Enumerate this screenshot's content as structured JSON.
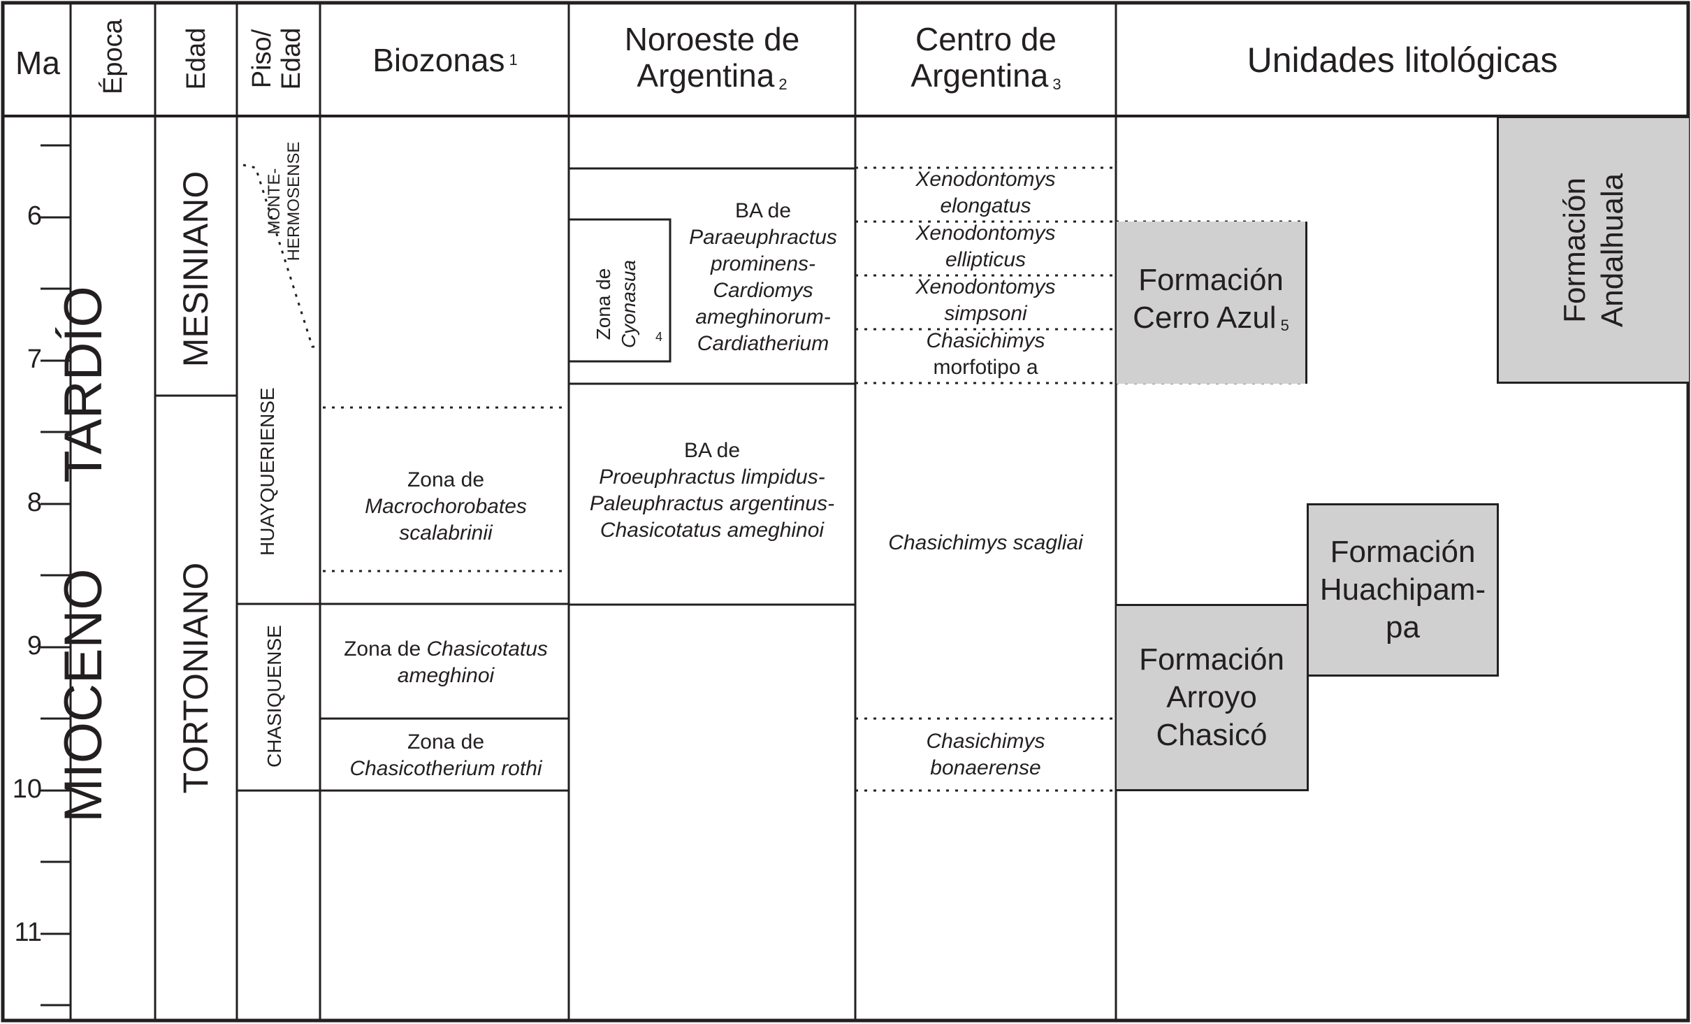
{
  "headers": {
    "ma": "Ma",
    "epoca": "Época",
    "edad": "Edad",
    "piso_line1": "Piso/",
    "piso_line2": "Edad",
    "biozonas": "Biozonas",
    "biozonas_note": "1",
    "noroeste_line1": "Noroeste de",
    "noroeste_line2": "Argentina",
    "noroeste_note": "2",
    "centro_line1": "Centro de",
    "centro_line2": "Argentina",
    "centro_note": "3",
    "unidades": "Unidades litológicas"
  },
  "axis": {
    "ticks": [
      "6",
      "7",
      "8",
      "9",
      "10",
      "11"
    ]
  },
  "epoch": {
    "name": "MIOCENO",
    "sub": "TARDÍO"
  },
  "ages": {
    "mesiniano": "MESINIANO",
    "tortoniano": "TORTONIANO"
  },
  "stages": {
    "montehermosense_line1": "MONTE-",
    "montehermosense_line2": "HERMOSENSE",
    "huayqueriense": "HUAYQUERIENSE",
    "chasiquense": "CHASIQUENSE"
  },
  "biozonas": {
    "macro_line1": "Zona de",
    "macro_line2": "Macrochorobates",
    "macro_line3": "scalabrinii",
    "chasicotatus_prefix": "Zona de",
    "chasicotatus_genus": "Chasicotatus",
    "chasicotatus_species": "ameghinoi",
    "chasicotherium_line1": "Zona de",
    "chasicotherium_line2": "Chasicotherium rothi"
  },
  "noroeste": {
    "cyonasua_line1": "Zona de",
    "cyonasua_line2": "Cyonasua",
    "cyonasua_note": "4",
    "ba1_line1": "BA de",
    "ba1_line2": "Paraeuphractus",
    "ba1_line3": "prominens-",
    "ba1_line4": "Cardiomys",
    "ba1_line5": "ameghinorum-",
    "ba1_line6": "Cardiatherium",
    "ba2_line1": "BA de",
    "ba2_line2": "Proeuphractus limpidus-",
    "ba2_line3": "Paleuphractus argentinus-",
    "ba2_line4": "Chasicotatus ameghinoi"
  },
  "centro": {
    "elongatus_line1": "Xenodontomys",
    "elongatus_line2": "elongatus",
    "ellipticus_line1": "Xenodontomys",
    "ellipticus_line2": "ellipticus",
    "simpsoni_line1": "Xenodontomys",
    "simpsoni_line2": "simpsoni",
    "morfotipo_line1": "Chasichimys",
    "morfotipo_line2": "morfotipo a",
    "scagliai": "Chasichimys scagliai",
    "bonaerense_line1": "Chasichimys",
    "bonaerense_line2": "bonaerense"
  },
  "unidades": {
    "cerro_azul_line1": "Formación",
    "cerro_azul_line2": "Cerro Azul",
    "cerro_azul_note": "5",
    "andalhuala_line1": "Formación",
    "andalhuala_line2": "Andalhuala",
    "huachipampa_line1": "Formación",
    "huachipampa_line2": "Huachipam-",
    "huachipampa_line3": "pa",
    "arroyo_line1": "Formación",
    "arroyo_line2": "Arroyo",
    "arroyo_line3": "Chasicó",
    "box_fill": "#d0d0d0"
  }
}
